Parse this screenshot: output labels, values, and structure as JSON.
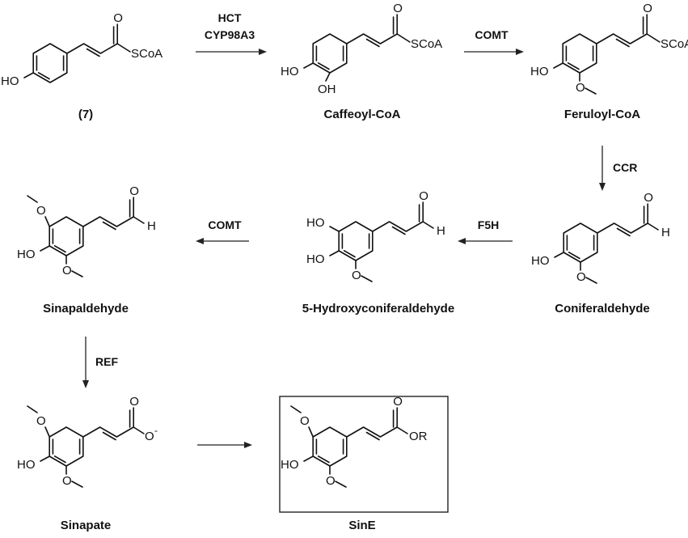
{
  "scheme": {
    "compounds": {
      "c7": {
        "name": "(7)",
        "acyl": "SCoA",
        "o": "O",
        "ho": "HO"
      },
      "caffeoyl": {
        "name": "Caffeoyl-CoA",
        "acyl": "SCoA",
        "o": "O",
        "ho": "HO",
        "oh": "OH"
      },
      "feruloyl": {
        "name": "Feruloyl-CoA",
        "acyl": "SCoA",
        "o": "O",
        "ho": "HO",
        "ome": "O"
      },
      "conifer": {
        "name": "Coniferaldehyde",
        "o": "O",
        "h": "H",
        "ho": "HO",
        "ome": "O"
      },
      "hydroxyc": {
        "name": "5-Hydroxyconiferaldehyde",
        "o": "O",
        "h": "H",
        "ho1": "HO",
        "ho2": "HO",
        "ome": "O"
      },
      "sinapald": {
        "name": "Sinapaldehyde",
        "o": "O",
        "h": "H",
        "ho": "HO",
        "ome1": "O",
        "ome2": "O"
      },
      "sinapate": {
        "name": "Sinapate",
        "o": "O",
        "ominus": "O",
        "charge": "-",
        "ho": "HO",
        "ome1": "O",
        "ome2": "O"
      },
      "sine": {
        "name": "SinE",
        "o": "O",
        "or": "OR",
        "ho": "HO",
        "ome1": "O",
        "ome2": "O"
      }
    },
    "enzymes": {
      "hct": "HCT",
      "cyp": "CYP98A3",
      "comt1": "COMT",
      "ccr": "CCR",
      "f5h": "F5H",
      "comt2": "COMT",
      "ref": "REF"
    }
  }
}
